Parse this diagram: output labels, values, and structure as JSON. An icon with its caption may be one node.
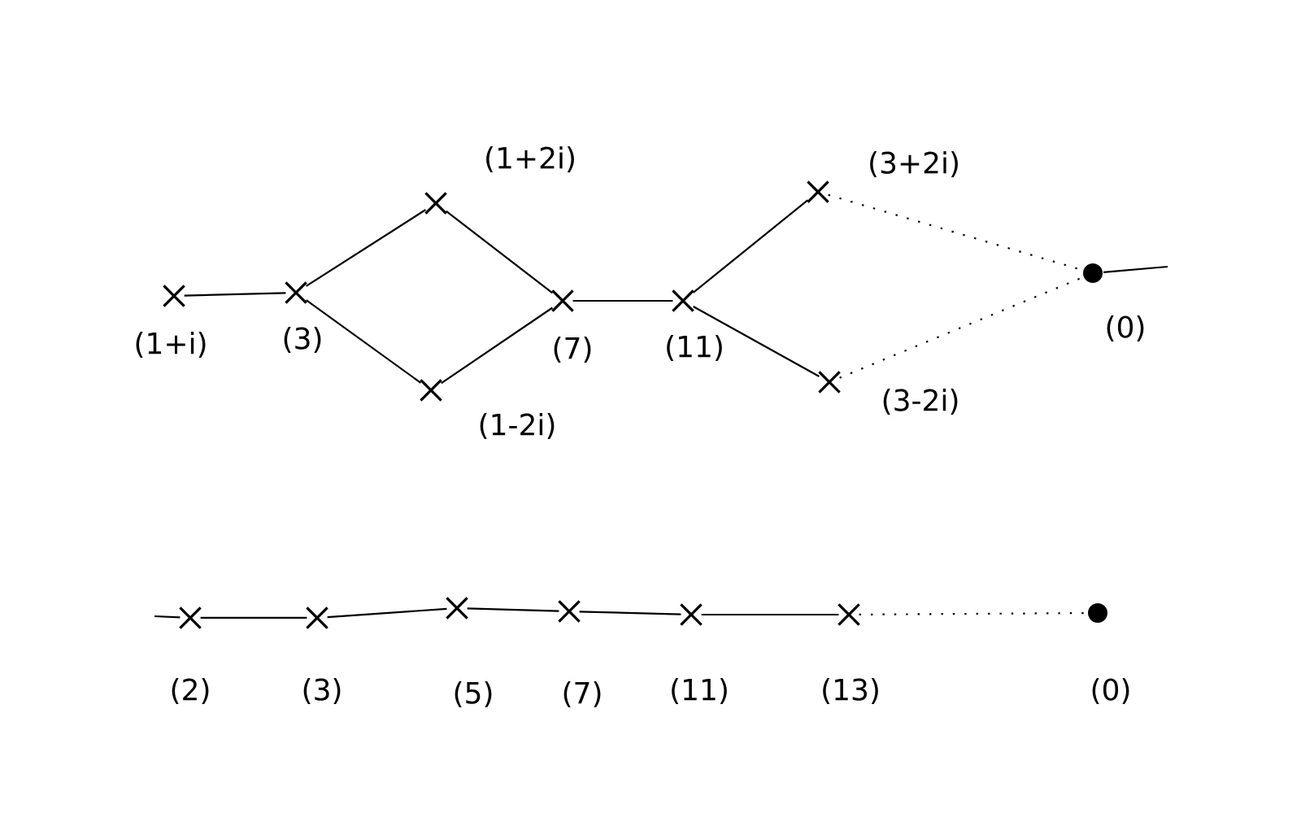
{
  "diagram": {
    "nodes": [
      {
        "text": [],
        "shape": "cross",
        "beside": [
          "(1+i)"
        ]
      },
      {
        "text": [],
        "shape": "cross",
        "beside": [
          "(3)"
        ]
      },
      {
        "text": [],
        "shape": "cross",
        "beside": [
          "(1+2i)"
        ]
      },
      {
        "text": [],
        "shape": "cross",
        "beside": [
          "(1-2i)"
        ]
      },
      {
        "text": [],
        "shape": "cross",
        "beside": [
          "(7)"
        ]
      },
      {
        "text": [],
        "shape": "cross",
        "beside": [
          "(11)"
        ]
      },
      {
        "text": [],
        "shape": "cross",
        "beside": [
          "(3+2i)"
        ]
      },
      {
        "text": [],
        "shape": "cross",
        "beside": [
          "(3-2i)"
        ]
      },
      {
        "text": [],
        "shape": "circle",
        "beside": [
          "(0)"
        ]
      },
      {
        "text": [],
        "shape": "cross",
        "beside": [
          "(2)"
        ]
      },
      {
        "text": [],
        "shape": "cross",
        "beside": [
          "(3)"
        ]
      },
      {
        "text": [],
        "shape": "cross",
        "beside": [
          "(5)"
        ]
      },
      {
        "text": [],
        "shape": "cross",
        "beside": [
          "(7)"
        ]
      },
      {
        "text": [],
        "shape": "cross",
        "beside": [
          "(11)"
        ]
      },
      {
        "text": [],
        "shape": "cross",
        "beside": [
          "(13)"
        ]
      },
      {
        "text": [],
        "shape": "circle",
        "beside": [
          "(0)"
        ]
      }
    ],
    "edges": [
      {
        "from": 0,
        "to": 1,
        "arrow": "none"
      },
      {
        "from": 1,
        "to": 2,
        "arrow": "none"
      },
      {
        "from": 1,
        "to": 3,
        "arrow": "none"
      },
      {
        "from": 2,
        "to": 4,
        "arrow": "none"
      },
      {
        "from": 3,
        "to": 4,
        "arrow": "none"
      },
      {
        "from": 4,
        "to": 5,
        "arrow": "none"
      },
      {
        "from": 5,
        "to": 6,
        "arrow": "none"
      },
      {
        "from": 5,
        "to": 7,
        "arrow": "none"
      },
      {
        "from": 6,
        "to": 8,
        "arrow": "none",
        "style": "dashed"
      },
      {
        "from": 7,
        "to": 8,
        "arrow": "none",
        "style": "dashed"
      },
      {
        "from": 8,
        "to": null,
        "arrow": "none"
      },
      {
        "from": null,
        "to": 9,
        "arrow": "none"
      },
      {
        "from": 9,
        "to": 10,
        "arrow": "none"
      },
      {
        "from": 10,
        "to": 11,
        "arrow": "none"
      },
      {
        "from": 11,
        "to": 12,
        "arrow": "none"
      },
      {
        "from": 12,
        "to": 13,
        "arrow": "none"
      },
      {
        "from": 13,
        "to": 14,
        "arrow": "none"
      },
      {
        "from": 14,
        "to": 15,
        "arrow": "none",
        "style": "dashed"
      }
    ]
  }
}
